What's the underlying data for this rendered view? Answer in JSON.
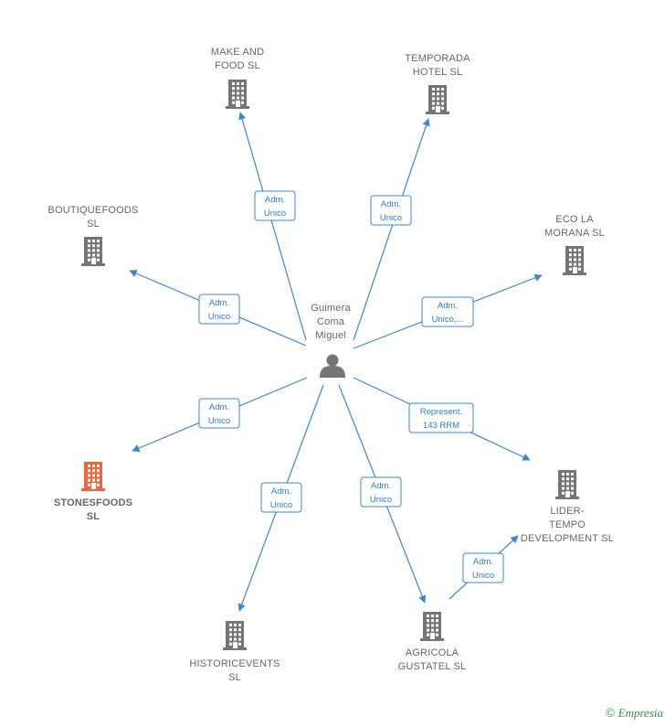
{
  "person": {
    "name_lines": [
      "Guimera",
      "Coma",
      "Miguel"
    ],
    "icon": "person-icon",
    "color": "#757575"
  },
  "companies": [
    {
      "id": "make-and-food",
      "lines": [
        "MAKE AND",
        "FOOD  SL"
      ],
      "icon": "building-icon",
      "highlight": false
    },
    {
      "id": "temporada-hotel",
      "lines": [
        "TEMPORADA",
        "HOTEL  SL"
      ],
      "icon": "building-icon",
      "highlight": false
    },
    {
      "id": "boutiquefoods",
      "lines": [
        "BOUTIQUEFOODS",
        "SL"
      ],
      "icon": "building-icon",
      "highlight": false
    },
    {
      "id": "eco-la-morana",
      "lines": [
        "ECO LA",
        "MORANA  SL"
      ],
      "icon": "building-icon",
      "highlight": false
    },
    {
      "id": "stonesfoods",
      "lines": [
        "STONESFOODS",
        "SL"
      ],
      "icon": "building-icon",
      "highlight": true
    },
    {
      "id": "lider-tempo",
      "lines": [
        "LIDER-",
        "TEMPO",
        "DEVELOPMENT SL"
      ],
      "icon": "building-icon",
      "highlight": false
    },
    {
      "id": "historicevents",
      "lines": [
        "HISTORICEVENTS",
        "SL"
      ],
      "icon": "building-icon",
      "highlight": false
    },
    {
      "id": "agricola-gustatel",
      "lines": [
        "AGRICOLA",
        "GUSTATEL  SL"
      ],
      "icon": "building-icon",
      "highlight": false
    }
  ],
  "edges": [
    {
      "from": "person",
      "to": "make-and-food",
      "label": [
        "Adm.",
        "Unico"
      ]
    },
    {
      "from": "person",
      "to": "temporada-hotel",
      "label": [
        "Adm.",
        "Unico"
      ]
    },
    {
      "from": "person",
      "to": "boutiquefoods",
      "label": [
        "Adm.",
        "Unico"
      ]
    },
    {
      "from": "person",
      "to": "eco-la-morana",
      "label": [
        "Adm.",
        "Unico,..."
      ]
    },
    {
      "from": "person",
      "to": "stonesfoods",
      "label": [
        "Adm.",
        "Unico"
      ]
    },
    {
      "from": "person",
      "to": "lider-tempo",
      "label": [
        "Represent.",
        "143 RRM"
      ]
    },
    {
      "from": "person",
      "to": "historicevents",
      "label": [
        "Adm.",
        "Unico"
      ]
    },
    {
      "from": "person",
      "to": "agricola-gustatel",
      "label": [
        "Adm.",
        "Unico"
      ]
    },
    {
      "from": "agricola-gustatel",
      "to": "lider-tempo",
      "label": [
        "Adm.",
        "Unico"
      ]
    }
  ],
  "colors": {
    "edge": "#3b87d4",
    "building": "#757575",
    "building_highlight": "#f0643c",
    "label": "#666666"
  },
  "brand": {
    "copyright": "©",
    "name": "Empresia"
  }
}
